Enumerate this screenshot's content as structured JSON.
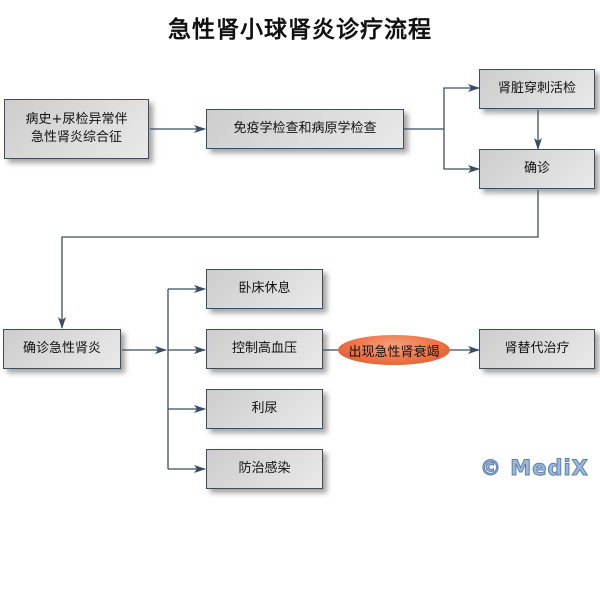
{
  "title": "急性肾小球肾炎诊疗流程",
  "nodes": {
    "history": {
      "line1": "病史+尿检异常伴",
      "line2": "急性肾炎综合征"
    },
    "immune_exam": "免疫学检查和病原学检查",
    "biopsy": "肾脏穿刺活检",
    "confirm": "确诊",
    "diagnosed": "确诊急性肾炎",
    "bed_rest": "卧床休息",
    "bp_control": "控制高血压",
    "diuresis": "利尿",
    "infection": "防治感染",
    "renal_failure": "出现急性肾衰竭",
    "replacement": "肾替代治疗"
  },
  "colors": {
    "connector": "#3b4e60",
    "highlight": "#ee7245",
    "logo": "#9fb8d8"
  },
  "logo": "© MediX"
}
